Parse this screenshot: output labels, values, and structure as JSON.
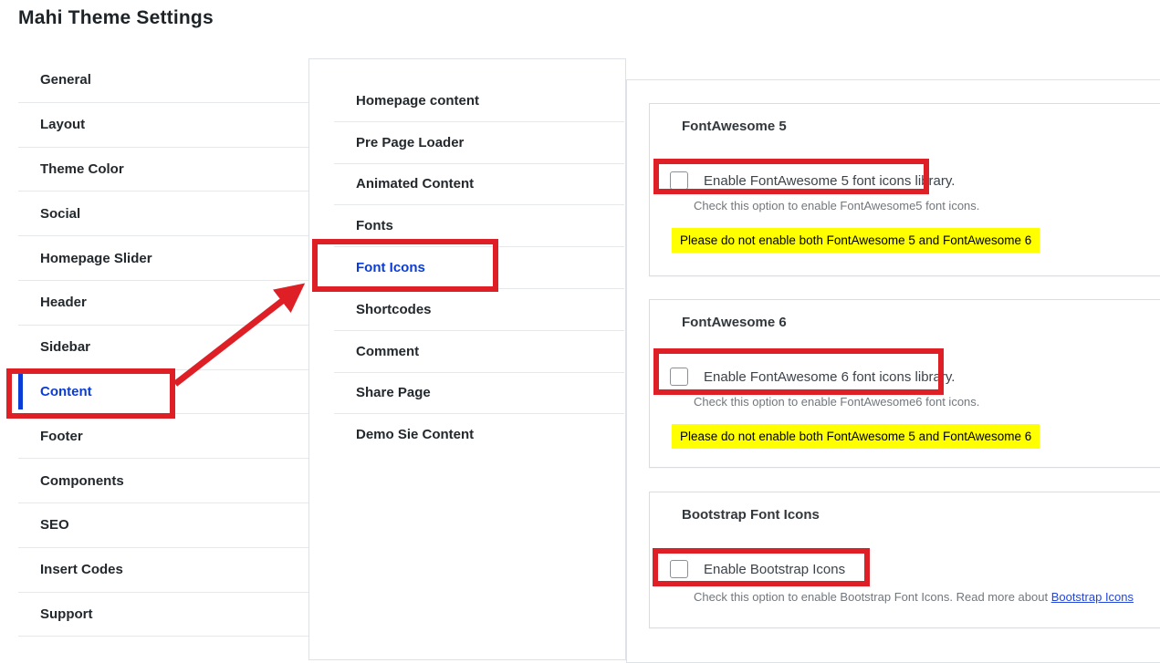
{
  "page": {
    "title": "Mahi Theme Settings"
  },
  "sidebar": {
    "items": [
      {
        "label": "General",
        "active": false
      },
      {
        "label": "Layout",
        "active": false
      },
      {
        "label": "Theme Color",
        "active": false
      },
      {
        "label": "Social",
        "active": false
      },
      {
        "label": "Homepage Slider",
        "active": false
      },
      {
        "label": "Header",
        "active": false
      },
      {
        "label": "Sidebar",
        "active": false
      },
      {
        "label": "Content",
        "active": true
      },
      {
        "label": "Footer",
        "active": false
      },
      {
        "label": "Components",
        "active": false
      },
      {
        "label": "SEO",
        "active": false
      },
      {
        "label": "Insert Codes",
        "active": false
      },
      {
        "label": "Support",
        "active": false
      }
    ]
  },
  "submenu": {
    "items": [
      {
        "label": "Homepage content",
        "active": false
      },
      {
        "label": "Pre Page Loader",
        "active": false
      },
      {
        "label": "Animated Content",
        "active": false
      },
      {
        "label": "Fonts",
        "active": false
      },
      {
        "label": "Font Icons",
        "active": true
      },
      {
        "label": "Shortcodes",
        "active": false
      },
      {
        "label": "Comment",
        "active": false
      },
      {
        "label": "Share Page",
        "active": false
      },
      {
        "label": "Demo Sie Content",
        "active": false
      }
    ]
  },
  "cards": [
    {
      "title": "FontAwesome 5",
      "checkbox_label": "Enable FontAwesome 5 font icons library.",
      "checkbox_checked": false,
      "help": "Check this option to enable FontAwesome5 font icons.",
      "warning": "Please do not enable both FontAwesome 5 and FontAwesome 6"
    },
    {
      "title": "FontAwesome 6",
      "checkbox_label": "Enable FontAwesome 6 font icons library.",
      "checkbox_checked": false,
      "help": "Check this option to enable FontAwesome6 font icons.",
      "warning": "Please do not enable both FontAwesome 5 and FontAwesome 6"
    },
    {
      "title": "Bootstrap Font Icons",
      "checkbox_label": "Enable Bootstrap Icons",
      "checkbox_checked": false,
      "help_prefix": "Check this option to enable Bootstrap Font Icons. Read more about ",
      "help_link": "Bootstrap Icons"
    }
  ],
  "colors": {
    "accent_blue": "#0b3dd6",
    "link_blue": "#2346d8",
    "annotation_red": "#de2026",
    "highlight_yellow": "#ffff00"
  }
}
